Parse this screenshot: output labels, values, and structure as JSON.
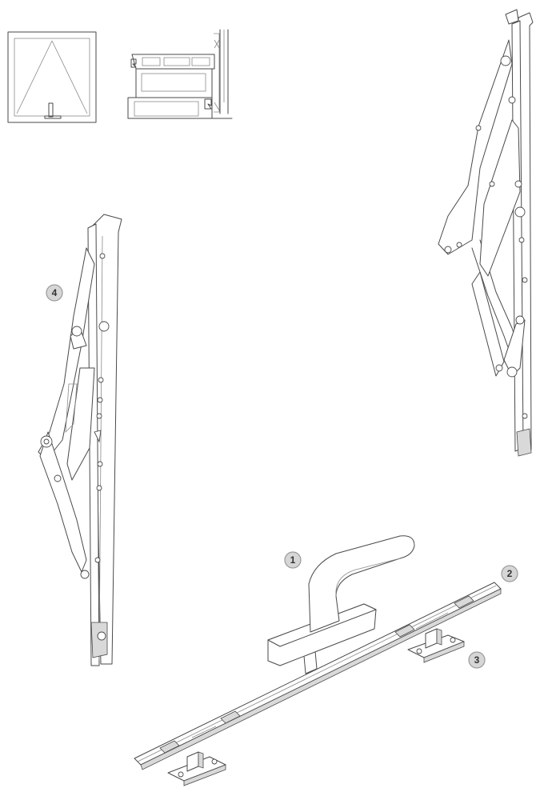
{
  "callouts": [
    {
      "id": "handle",
      "label": "1"
    },
    {
      "id": "espagnolette-bar",
      "label": "2"
    },
    {
      "id": "keeper",
      "label": "3"
    },
    {
      "id": "friction-stay",
      "label": "4"
    }
  ],
  "colors": {
    "line": "#4a4a4a",
    "shade": "#d9d9d9",
    "badge": "#d6d6d6"
  }
}
